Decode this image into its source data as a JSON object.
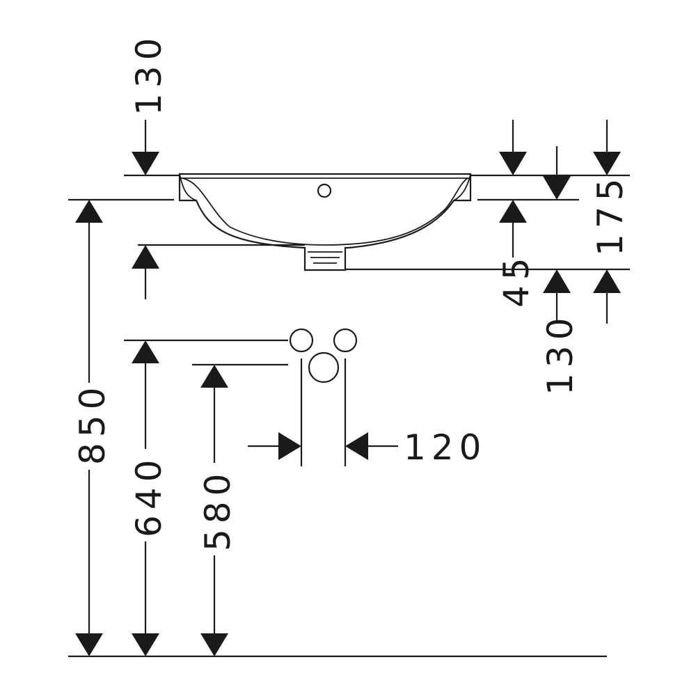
{
  "dimensions": {
    "overall_height": "850",
    "supply_height": "640",
    "waste_height": "580",
    "supply_spacing": "120",
    "rim_depth": "130",
    "bowl_step": "45",
    "outlet_depth": "130",
    "total_depth": "175"
  }
}
